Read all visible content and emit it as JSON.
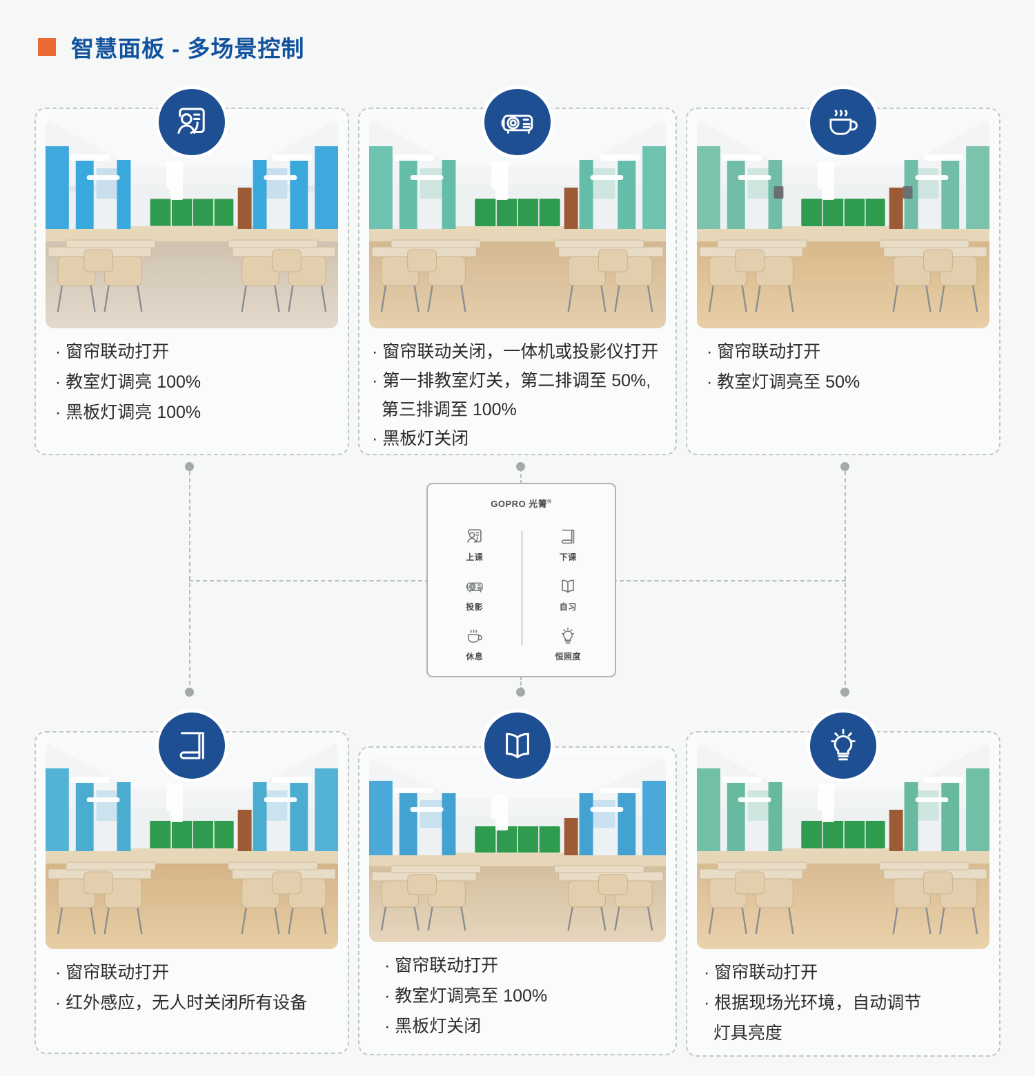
{
  "header": {
    "title": "智慧面板 - 多场景控制",
    "marker_color": "#ea6a33",
    "title_color": "#11529e"
  },
  "theme": {
    "badge_blue": "#1d4f92",
    "page_bg": "#f6f7f7",
    "dashed_border": "#c3c6c7",
    "connector_line": "#b9bcbd",
    "connector_dot": "#a5a9aa",
    "text_color": "#2b2b2b"
  },
  "cards": [
    {
      "id": "class-start",
      "icon": "person-board-icon",
      "scene": "上课",
      "curtain_color": "#39a8dd",
      "floor_tone": "#d9cdbd",
      "lines": [
        "· 窗帘联动打开",
        "· 教室灯调亮 100%",
        "· 黑板灯调亮 100%"
      ]
    },
    {
      "id": "projection",
      "icon": "projector-icon",
      "scene": "投影",
      "curtain_color": "#6dc2b0",
      "floor_tone": "#d6b98f",
      "lines": [
        "· 窗帘联动关闭，一体机或投影仪打开",
        "· 第一排教室灯关，第二排调至 50%,",
        "  第三排调至 100%",
        "· 黑板灯关闭"
      ]
    },
    {
      "id": "rest",
      "icon": "coffee-cup-icon",
      "scene": "休息",
      "curtain_color": "#7cc3ae",
      "floor_tone": "#dcb98c",
      "lines": [
        "· 窗帘联动打开",
        "· 教室灯调亮至 50%"
      ]
    },
    {
      "id": "class-end",
      "icon": "closed-book-icon",
      "scene": "下课",
      "curtain_color": "#54b3d4",
      "floor_tone": "#d9b48b",
      "lines": [
        "· 窗帘联动打开",
        "· 红外感应，无人时关闭所有设备"
      ]
    },
    {
      "id": "self-study",
      "icon": "open-book-icon",
      "scene": "自习",
      "curtain_color": "#4aa9d8",
      "floor_tone": "#d8c3a4",
      "lines": [
        "· 窗帘联动打开",
        "· 教室灯调亮至 100%",
        "· 黑板灯关闭"
      ]
    },
    {
      "id": "constant-illuminance",
      "icon": "lightbulb-icon",
      "scene": "恒照度",
      "curtain_color": "#71bfa6",
      "floor_tone": "#dcbb92",
      "lines": [
        "· 窗帘联动打开",
        "· 根据现场光环境，自动调节",
        "  灯具亮度"
      ]
    }
  ],
  "panel": {
    "brand": "GOPRO 光箐",
    "brand_mark": "®",
    "buttons": [
      {
        "id": "btn-class-start",
        "label": "上课",
        "icon": "person-board-icon"
      },
      {
        "id": "btn-class-end",
        "label": "下课",
        "icon": "closed-book-icon"
      },
      {
        "id": "btn-projection",
        "label": "投影",
        "icon": "projector-icon"
      },
      {
        "id": "btn-self-study",
        "label": "自习",
        "icon": "open-book-icon"
      },
      {
        "id": "btn-rest",
        "label": "休息",
        "icon": "coffee-cup-icon"
      },
      {
        "id": "btn-constant-illuminance",
        "label": "恒照度",
        "icon": "lightbulb-icon"
      }
    ]
  }
}
